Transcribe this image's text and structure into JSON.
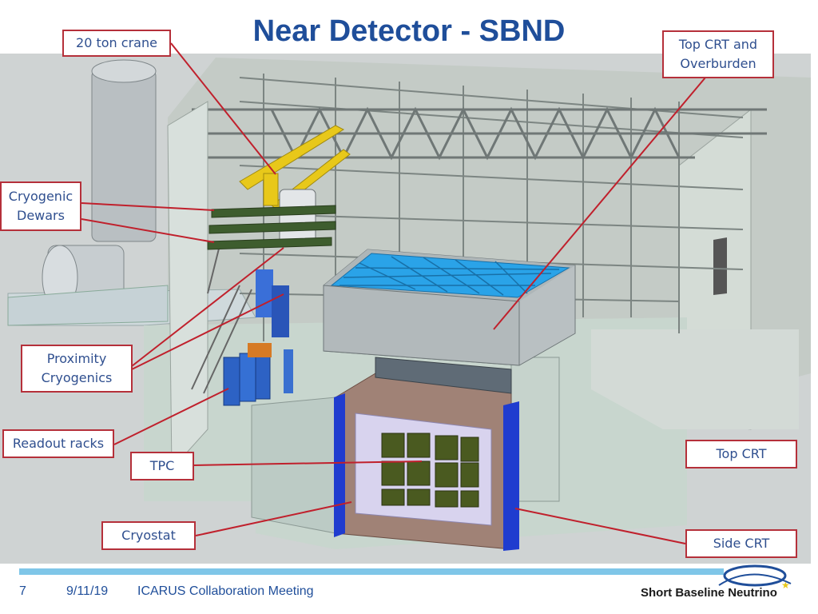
{
  "title": "Near Detector - SBND",
  "callouts": {
    "crane": "20 ton crane",
    "top_crt_overburden": "Top CRT and\nOverburden",
    "cryogenic_dewars": "Cryogenic\nDewars",
    "proximity_cryogenics": "Proximity\nCryogenics",
    "readout_racks": "Readout racks",
    "tpc": "TPC",
    "cryostat": "Cryostat",
    "top_crt": "Top CRT",
    "side_crt": "Side CRT"
  },
  "footer": {
    "page_number": "7",
    "date": "9/11/19",
    "meeting": "ICARUS Collaboration Meeting",
    "logo_text": "Short Baseline Neutrino"
  },
  "colors": {
    "title": "#1f4e9a",
    "callout_border": "#b5303a",
    "leader_line": "#c0202c",
    "footer_band": "#7fc6e8",
    "top_crt_panels": "#2aa3e8",
    "side_crt": "#1f3ccf",
    "cryostat_frame": "#a08276",
    "tpc_panels": "#4a5a20",
    "crane": "#e8c81a"
  }
}
